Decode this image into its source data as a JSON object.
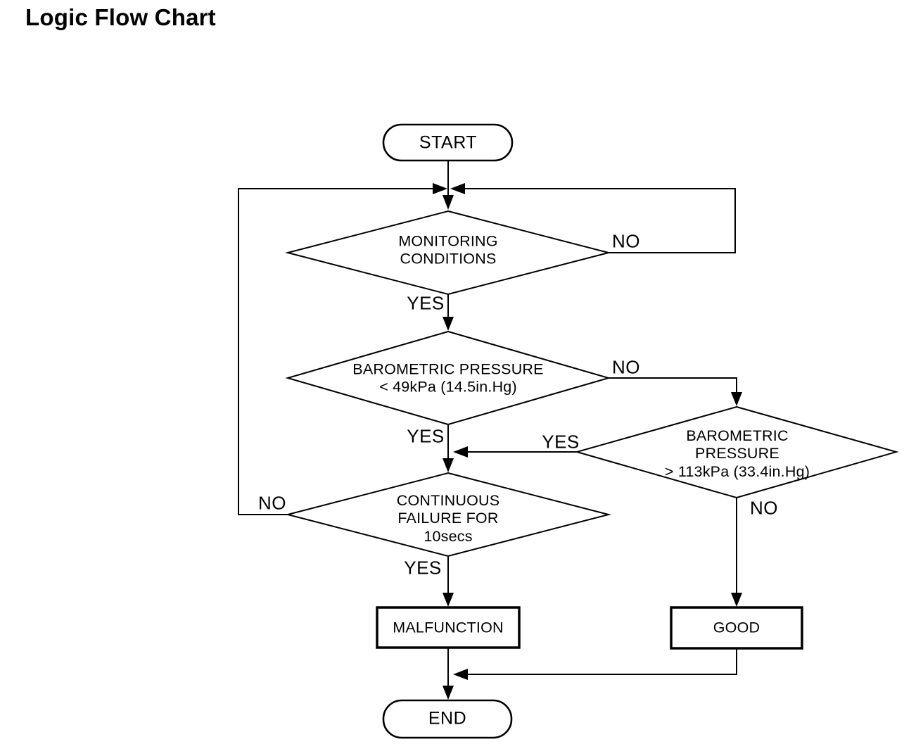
{
  "title": "Logic Flow Chart",
  "colors": {
    "line": "#000000",
    "background": "#ffffff",
    "text": "#000000"
  },
  "flowchart": {
    "nodes": {
      "start": {
        "type": "terminator",
        "label": "START"
      },
      "monitoring": {
        "type": "decision",
        "label": "MONITORING\nCONDITIONS"
      },
      "baro_low": {
        "type": "decision",
        "label": "BAROMETRIC PRESSURE\n< 49kPa (14.5in.Hg)"
      },
      "baro_high": {
        "type": "decision",
        "label": "BAROMETRIC PRESSURE\n> 113kPa (33.4in.Hg)"
      },
      "continuous": {
        "type": "decision",
        "label": "CONTINUOUS\nFAILURE FOR\n10secs"
      },
      "malfunction": {
        "type": "process",
        "label": "MALFUNCTION"
      },
      "good": {
        "type": "process",
        "label": "GOOD"
      },
      "end": {
        "type": "terminator",
        "label": "END"
      }
    },
    "edge_labels": {
      "monitoring_no": "NO",
      "monitoring_yes": "YES",
      "baro_low_no": "NO",
      "baro_low_yes": "YES",
      "baro_high_yes": "YES",
      "baro_high_no": "NO",
      "continuous_no": "NO",
      "continuous_yes": "YES"
    }
  }
}
